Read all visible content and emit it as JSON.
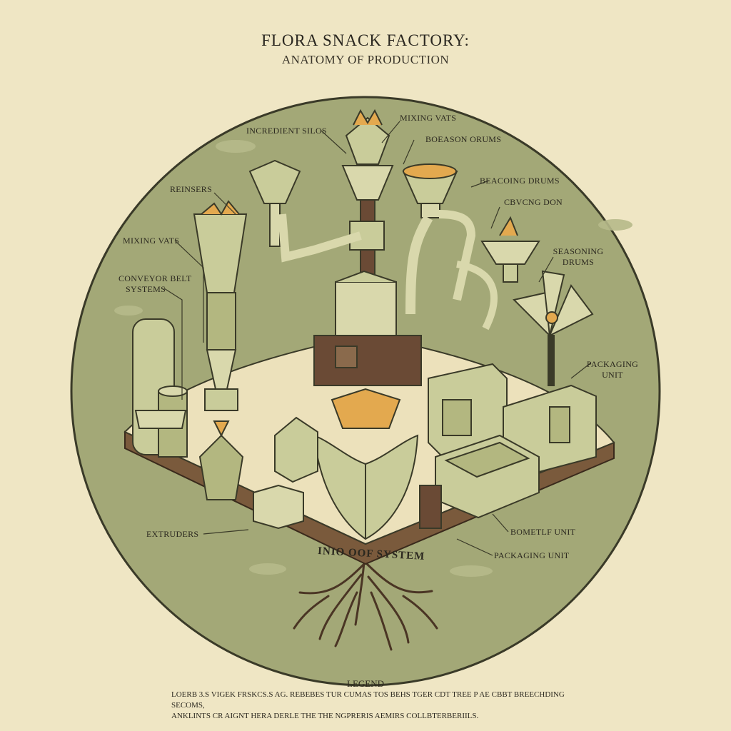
{
  "title": "FLORA SNACK FACTORY:",
  "subtitle": "ANATOMY OF PRODUCTION",
  "labels": {
    "ingredient_silos": "INCREDIENT SILOS",
    "mixing_vats_top": "MIXING VATS",
    "season_drums_top": "BOEASON ORUMS",
    "reinsers": "REINSERS",
    "beacoing_drums": "BEACOING DRUMS",
    "cbvcng_don": "CBVCNG DON",
    "mixing_vats_left": "MIXING VATS",
    "seasoning_drums_1": "SEASONING",
    "seasoning_drums_2": "DRUMS",
    "conveyor_1": "CONVEYOR BELT",
    "conveyor_2": "SYSTEMS",
    "packaging_unit_right_1": "PACKAGING",
    "packaging_unit_right_2": "UNIT",
    "extruders": "EXTRUDERS",
    "root_system": "INIO OOF SYSTEM",
    "bometlf_unit": "BOMETLF UNIT",
    "packaging_unit_bottom": "PACKAGING UNIT"
  },
  "legend": {
    "title": "LEGEND",
    "line1": "LOERB 3.S VIGEK FRSKCS.S AG. REBEBES TUR CUMAS TOS BEHS TGER CDT TREE P AE CBBT BREECHDING SECOMS,",
    "line2": "ANKLINTS CR AIGNT HERA DERLE THE THE NGPRERIS AEMIRS COLLBTERBERIILS."
  },
  "colors": {
    "background": "#efe6c4",
    "circle": "#a3a877",
    "platform": "#ece1bb",
    "soil": "#7a5a3c",
    "leaf": "#c9cc9a",
    "accent": "#e3a94f",
    "machine_dark": "#6a4a35"
  }
}
